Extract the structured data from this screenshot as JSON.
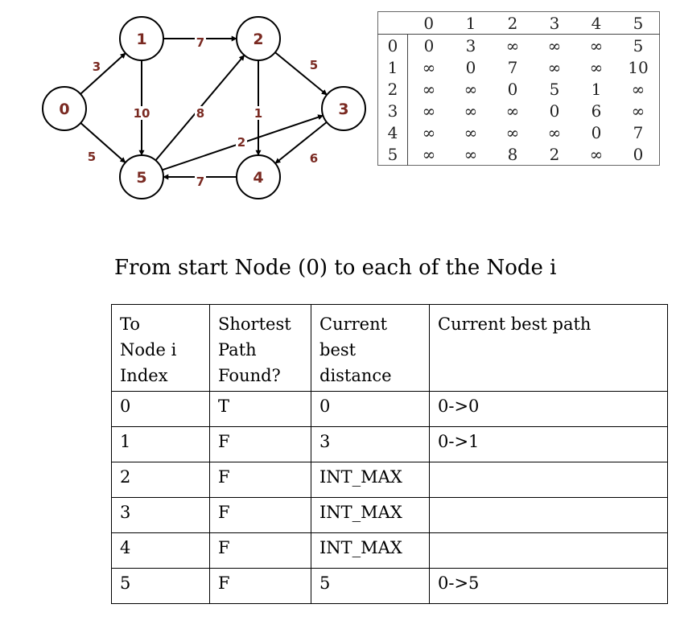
{
  "graph": {
    "nodes": [
      {
        "id": "n0",
        "label": "0"
      },
      {
        "id": "n1",
        "label": "1"
      },
      {
        "id": "n2",
        "label": "2"
      },
      {
        "id": "n3",
        "label": "3"
      },
      {
        "id": "n4",
        "label": "4"
      },
      {
        "id": "n5",
        "label": "5"
      }
    ],
    "edges": [
      {
        "from": "0",
        "to": "1",
        "weight": "3"
      },
      {
        "from": "0",
        "to": "5",
        "weight": "5"
      },
      {
        "from": "1",
        "to": "2",
        "weight": "7"
      },
      {
        "from": "1",
        "to": "5",
        "weight": "10"
      },
      {
        "from": "2",
        "to": "3",
        "weight": "5"
      },
      {
        "from": "2",
        "to": "4",
        "weight": "1"
      },
      {
        "from": "5",
        "to": "2",
        "weight": "8"
      },
      {
        "from": "5",
        "to": "3",
        "weight": "2"
      },
      {
        "from": "3",
        "to": "4",
        "weight": "6"
      },
      {
        "from": "4",
        "to": "5",
        "weight": "7"
      }
    ]
  },
  "matrix": {
    "col_headers": [
      "0",
      "1",
      "2",
      "3",
      "4",
      "5"
    ],
    "rows": [
      {
        "label": "0",
        "cells": [
          "0",
          "3",
          "∞",
          "∞",
          "∞",
          "5"
        ]
      },
      {
        "label": "1",
        "cells": [
          "∞",
          "0",
          "7",
          "∞",
          "∞",
          "10"
        ]
      },
      {
        "label": "2",
        "cells": [
          "∞",
          "∞",
          "0",
          "5",
          "1",
          "∞"
        ]
      },
      {
        "label": "3",
        "cells": [
          "∞",
          "∞",
          "∞",
          "0",
          "6",
          "∞"
        ]
      },
      {
        "label": "4",
        "cells": [
          "∞",
          "∞",
          "∞",
          "∞",
          "0",
          "7"
        ]
      },
      {
        "label": "5",
        "cells": [
          "∞",
          "∞",
          "8",
          "2",
          "∞",
          "0"
        ]
      }
    ]
  },
  "dist_table": {
    "title": "From start Node (0) to each of the Node i",
    "headers": [
      [
        "To",
        "Node i",
        "Index"
      ],
      [
        "Shortest",
        "Path",
        "Found?"
      ],
      [
        "Current",
        "best",
        "distance"
      ],
      [
        "Current best path"
      ]
    ],
    "rows": [
      [
        "0",
        "T",
        "0",
        "0->0"
      ],
      [
        "1",
        "F",
        "3",
        "0->1"
      ],
      [
        "2",
        "F",
        "INT_MAX",
        ""
      ],
      [
        "3",
        "F",
        "INT_MAX",
        ""
      ],
      [
        "4",
        "F",
        "INT_MAX",
        ""
      ],
      [
        "5",
        "F",
        "5",
        "0->5"
      ]
    ]
  },
  "colors": {
    "node_label": "#7a2a22",
    "edge_weight": "#7a2a22"
  }
}
